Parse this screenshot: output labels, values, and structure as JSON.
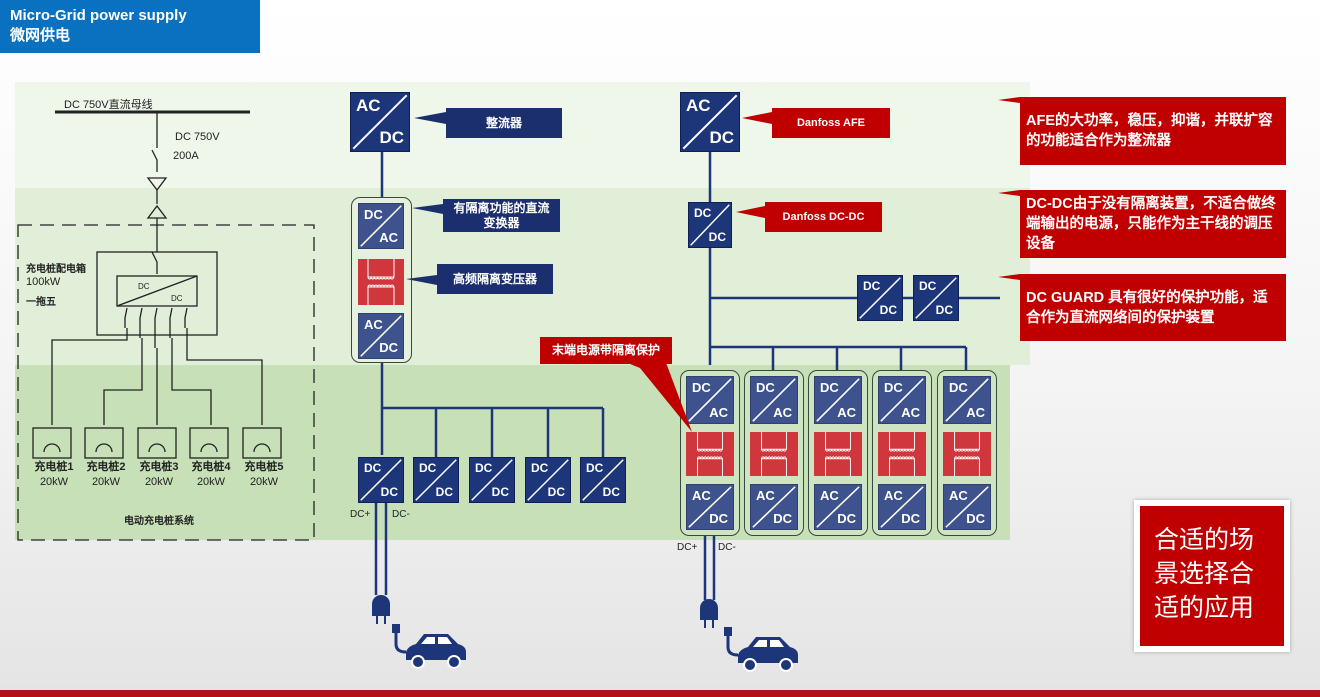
{
  "header": {
    "title": "Micro-Grid power supply",
    "subtitle": "微网供电"
  },
  "schematic": {
    "bus_label": "DC 750V直流母线",
    "breaker_voltage": "DC 750V",
    "breaker_current": "200A",
    "box_name": "充电桩配电箱",
    "box_power": "100kW",
    "box_mode": "一拖五",
    "converter_in": "DC",
    "converter_out": "DC",
    "system_label": "电动充电桩系统",
    "chargers": [
      {
        "name": "充电桩1",
        "power": "20kW"
      },
      {
        "name": "充电桩2",
        "power": "20kW"
      },
      {
        "name": "充电桩3",
        "power": "20kW"
      },
      {
        "name": "充电桩4",
        "power": "20kW"
      },
      {
        "name": "充电桩5",
        "power": "20kW"
      }
    ]
  },
  "conv": {
    "ac": "AC",
    "dc": "DC"
  },
  "labels": {
    "rectifier": "整流器",
    "isolated_dcdc": "有隔离功能的直流变换器",
    "hf_transformer": "高频隔离变压器",
    "terminal_isolation": "末端电源带隔离保护",
    "danfoss_afe": "Danfoss AFE",
    "danfoss_dcdc": "Danfoss DC-DC",
    "dc_plus": "DC+",
    "dc_minus": "DC-"
  },
  "callouts": [
    "AFE的大功率，稳压，抑谐，并联扩容的功能适合作为整流器",
    "DC-DC由于没有隔离装置，不适合做终端输出的电源，只能作为主干线的调压设备",
    "DC GUARD 具有很好的保护功能，适合作为直流网络间的保护装置"
  ],
  "conclusion": "合适的场景选择合适的应用",
  "colors": {
    "navy": "#1d3579",
    "red": "#c00000",
    "blue": "#0a70c0"
  }
}
